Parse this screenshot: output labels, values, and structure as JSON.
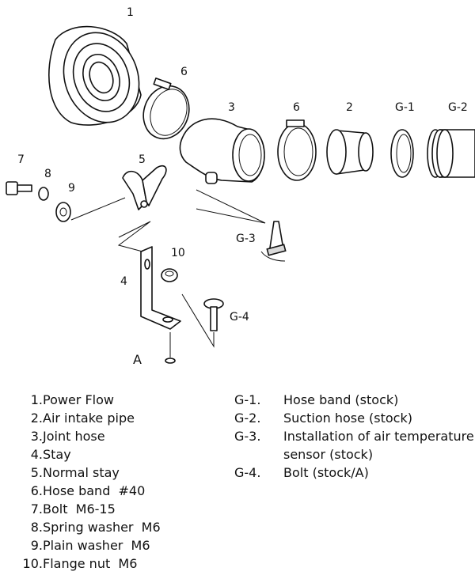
{
  "callouts": {
    "c1": "1",
    "c6a": "6",
    "c3": "3",
    "c6b": "6",
    "c2": "2",
    "cg1": "G-1",
    "cg2": "G-2",
    "c7": "7",
    "c8": "8",
    "c9": "9",
    "c5": "5",
    "cg3": "G-3",
    "c10": "10",
    "c4": "4",
    "cg4": "G-4",
    "cA": "A"
  },
  "legend_left": [
    {
      "num": "1.",
      "text": "Power Flow"
    },
    {
      "num": "2.",
      "text": "Air intake pipe"
    },
    {
      "num": "3.",
      "text": "Joint hose"
    },
    {
      "num": "4.",
      "text": "Stay"
    },
    {
      "num": "5.",
      "text": "Normal stay"
    },
    {
      "num": "6.",
      "text": "Hose band  #40"
    },
    {
      "num": "7.",
      "text": "Bolt  M6-15"
    },
    {
      "num": "8.",
      "text": "Spring washer  M6"
    },
    {
      "num": "9.",
      "text": "Plain washer  M6"
    },
    {
      "num": "10.",
      "text": "Flange nut  M6"
    }
  ],
  "legend_right": [
    {
      "num": "G-1.",
      "text": "Hose band (stock)"
    },
    {
      "num": "G-2.",
      "text": "Suction hose (stock)"
    },
    {
      "num": "G-3.",
      "text": "Installation of air temperature"
    },
    {
      "num": "",
      "text": "sensor (stock)"
    },
    {
      "num": "G-4.",
      "text": "Bolt (stock/A)"
    }
  ],
  "icons": [
    "air-filter-icon",
    "hose-band-icon",
    "joint-hose-icon",
    "air-intake-pipe-icon",
    "suction-hose-icon",
    "bolt-icon",
    "washer-icon",
    "bracket-icon",
    "flange-nut-icon",
    "temperature-sensor-icon"
  ]
}
